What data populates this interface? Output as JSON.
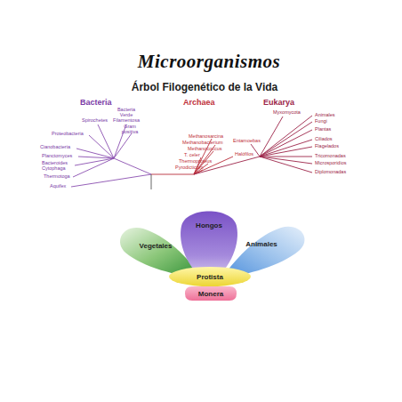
{
  "diagram": {
    "title": "Microorganismos",
    "nodes": [
      {
        "text": [
          "Hongos"
        ]
      },
      {
        "text": [
          "Vegetales"
        ]
      },
      {
        "text": [
          "Animales"
        ]
      },
      {
        "text": [
          "Protista"
        ]
      },
      {
        "text": [
          "Monera"
        ]
      }
    ],
    "labels": [
      "Árbol Filogenético de la Vida",
      "Bacteria",
      "Archaea",
      "Eukarya",
      "Spirochetes",
      "Bacteria Verde Filamentosa",
      "Gram positiva",
      "Proteobacteria",
      "Cianobacteria",
      "Planctomyces",
      "Bacteroides Cytophaga",
      "Thermotoga",
      "Aquifex",
      "Methanosarcina",
      "Methanobacterium",
      "Methanococcus",
      "T. celer",
      "Thermoproteus",
      "Pyrodicticum",
      "Entamoebas",
      "Halófilos",
      "Myxomycota",
      "Animales",
      "Fungi",
      "Plantas",
      "Ciliados",
      "Flagelados",
      "Tricomonadas",
      "Microsporidios",
      "Diplomonadas"
    ]
  }
}
